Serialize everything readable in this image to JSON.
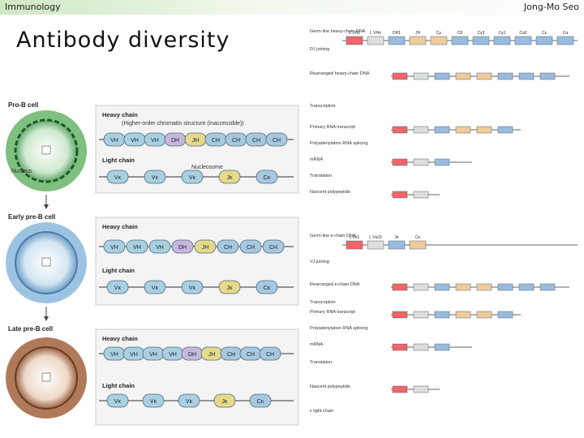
{
  "header": {
    "left": "Immunology",
    "right": "Jong-Mo Seo"
  },
  "title": "Antibody diversity",
  "left_figure": {
    "stages": [
      {
        "name": "Pro-B cell",
        "nucleus_label": "Nucleus",
        "heavy_title": "Heavy chain",
        "heavy_note": "(Higher-order chromatin structure (inaccessible))",
        "heavy_segments": [
          "VH",
          "VH",
          "VH",
          "DH",
          "JH",
          "CH",
          "CH",
          "CH",
          "CH"
        ],
        "light_title": "Light chain",
        "light_note": "Nucleosome",
        "light_segments": [
          "Vκ",
          "Vκ",
          "Vκ",
          "Jκ",
          "Cκ"
        ]
      },
      {
        "name": "Early pre-B cell",
        "heavy_title": "Heavy chain",
        "heavy_segments": [
          "VH",
          "VH",
          "VH",
          "DH",
          "JH",
          "CH",
          "CH",
          "CH"
        ],
        "light_title": "Light chain",
        "light_segments": [
          "Vκ",
          "Vκ",
          "Vκ",
          "Jκ",
          "Cκ"
        ]
      },
      {
        "name": "Late pre-B cell",
        "heavy_title": "Heavy chain",
        "heavy_segments": [
          "VH",
          "VH",
          "VH",
          "VH",
          "DH",
          "JH",
          "CH",
          "CH",
          "CH"
        ],
        "light_title": "Light chain",
        "light_segments": [
          "Vκ",
          "Vκ",
          "Vκ",
          "Jκ",
          "Cκ"
        ]
      }
    ]
  },
  "heavy_panel": {
    "row_labels": [
      "Germ-line heavy-chain DNA",
      "DJ joining",
      "Rearranged heavy-chain DNA",
      "Transcription",
      "Primary RNA transcript",
      "Polyadenylation RNA splicing",
      "mRNA",
      "Translation",
      "Nascent polypeptide"
    ],
    "segment_labels": [
      "L VH1",
      "L VHn",
      "DH1",
      "JH",
      "Cμ",
      "Cδ",
      "Cγ3",
      "Cγ1",
      "Cα2",
      "Cε",
      "Cα"
    ]
  },
  "light_panel": {
    "row_labels": [
      "Germ-line κ-chain DNA",
      "VJ joining",
      "Rearranged κ-chain DNA",
      "Transcription",
      "Primary RNA transcript",
      "Polyadenylation RNA splicing",
      "mRNA",
      "Translation",
      "Nascent polypeptide",
      "κ light chain"
    ],
    "segment_labels": [
      "L Vκ1",
      "L Vκ23",
      "Jκ",
      "Cκ"
    ]
  },
  "colors": {
    "pro_cell": "#3b8a45",
    "early_cell": "#4f86b4",
    "late_cell": "#7a4a2e",
    "V_segment": "#a9cfe0",
    "D_segment": "#c8b7dc",
    "J_segment": "#e6d98a",
    "C_segment": "#a7c8de"
  }
}
